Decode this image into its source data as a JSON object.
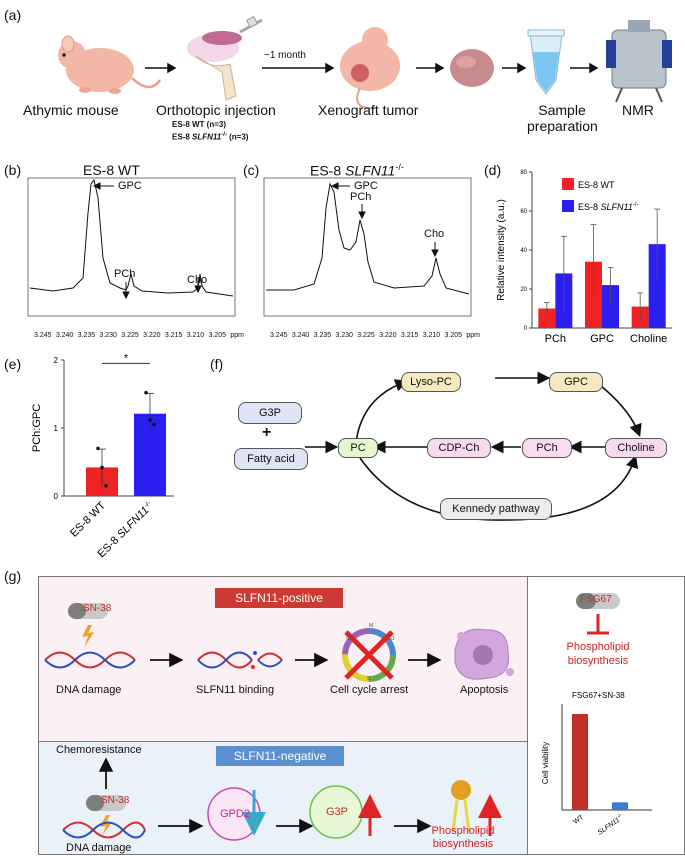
{
  "panel_letters": {
    "a": "(a)",
    "b": "(b)",
    "c": "(c)",
    "d": "(d)",
    "e": "(e)",
    "f": "(f)",
    "g": "(g)"
  },
  "panel_a": {
    "steps": [
      "Athymic mouse",
      "Orthotopic injection",
      "Xenograft tumor",
      "Sample preparation",
      "NMR"
    ],
    "step4_lines": [
      "Sample",
      "preparation"
    ],
    "arrow_note": "~1 month",
    "groups": [
      {
        "prefix": "ES-8 WT (n=3)",
        "italic": ""
      },
      {
        "prefix": "ES-8 ",
        "italic": "SLFN11",
        "sup": "-/-",
        "suffix": " (n=3)"
      }
    ]
  },
  "panel_b": {
    "title": "ES-8 WT",
    "peaks": [
      "GPC",
      "PCh",
      "Cho"
    ],
    "ticks": [
      "3.245",
      "3.240",
      "3.235",
      "3.230",
      "3.225",
      "3.220",
      "3.215",
      "3.210",
      "3.205",
      "ppm"
    ]
  },
  "panel_c": {
    "title_prefix": "ES-8 ",
    "title_italic": "SLFN11",
    "title_sup": "-/-",
    "peaks": [
      "GPC",
      "PCh",
      "Cho"
    ],
    "ticks": [
      "3.245",
      "3.240",
      "3.235",
      "3.230",
      "3.225",
      "3.220",
      "3.215",
      "3.210",
      "3.205",
      "ppm"
    ]
  },
  "chart_data": [
    {
      "type": "bar",
      "panel": "d",
      "ylabel": "Relative intensity (a.u.)",
      "ylim": [
        0,
        80
      ],
      "yticks": [
        "0",
        "20",
        "40",
        "60",
        "80"
      ],
      "categories": [
        "PCh",
        "GPC",
        "Choline"
      ],
      "legend_placement": "top-left",
      "series": [
        {
          "name": "ES-8 WT",
          "color": "#ee2222",
          "values": [
            10,
            34,
            11
          ],
          "err": [
            3,
            19,
            7
          ]
        },
        {
          "name": "ES-8 SLFN11-/-",
          "color": "#2a1ff0",
          "values": [
            28,
            22,
            43
          ],
          "err": [
            19,
            9,
            18
          ]
        }
      ]
    },
    {
      "type": "bar",
      "panel": "e",
      "ylabel": "PCh:GPC",
      "ylim": [
        0,
        2
      ],
      "yticks": [
        "0",
        "1",
        "2"
      ],
      "categories": [
        "ES-8 WT",
        "ES-8 SLFN11-/-"
      ],
      "values": [
        0.42,
        1.21
      ],
      "err": [
        0.27,
        0.3
      ],
      "colors": [
        "#ee2222",
        "#2a1ff0"
      ],
      "points": [
        [
          0.7,
          0.42,
          0.15
        ],
        [
          1.52,
          1.12,
          1.05
        ]
      ],
      "significance": "*"
    },
    {
      "type": "bar",
      "panel": "g-inset",
      "title": "FSG67+SN-38",
      "ylabel": "Cell viability",
      "categories": [
        "WT",
        "SLFN11-/-"
      ],
      "values": [
        1.0,
        0.08
      ],
      "colors": [
        "#c0302a",
        "#3b7bd0"
      ]
    }
  ],
  "panel_f": {
    "nodes": {
      "lyso": "Lyso-PC",
      "gpc": "GPC",
      "choline": "Choline",
      "pch": "PCh",
      "cdp": "CDP-Ch",
      "pc": "PC",
      "g3p": "G3P",
      "fa": "Fatty acid",
      "kennedy": "Kennedy pathway"
    },
    "plus": "+"
  },
  "panel_g": {
    "pos_banner": "SLFN11-positive",
    "neg_banner": "SLFN11-negative",
    "drug": "SN-38",
    "pos_steps": [
      "DNA damage",
      "SLFN11 binding",
      "Cell cycle arrest",
      "Apoptosis"
    ],
    "neg_chemo": "Chemoresistance",
    "neg_dna": "DNA damage",
    "gpd2": "GPD2",
    "g3p": "G3P",
    "phospho_lines": [
      "Phospholipid",
      "biosynthesis"
    ],
    "inhibitor": "FSG67",
    "inhib_lines": [
      "Phospholipid",
      "biosynthesis"
    ],
    "cycle_phases": [
      "M",
      "G1",
      "S",
      "G2"
    ]
  }
}
